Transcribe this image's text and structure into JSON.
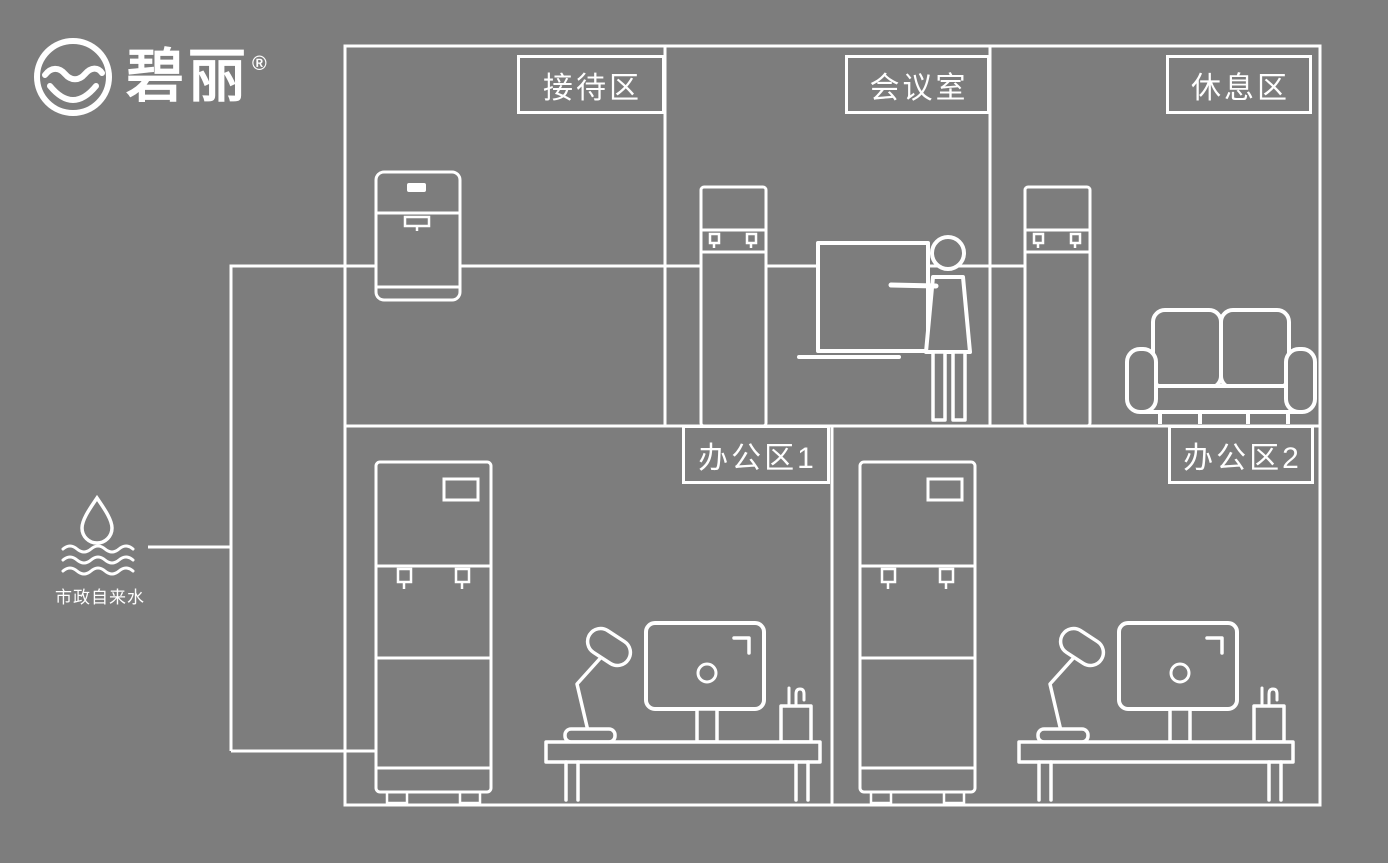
{
  "page": {
    "background_color": "#7d7d7d",
    "line_color": "#ffffff"
  },
  "brand": {
    "name": "碧丽",
    "registered_mark": "®",
    "logo_icon": "water-bowl-wave-logo-icon"
  },
  "water_source": {
    "label": "市政自来水",
    "icon": "water-drop-over-waves-icon"
  },
  "rooms": [
    {
      "id": "reception",
      "label": "接待区",
      "equipment_icon": "desktop-water-dispenser-icon"
    },
    {
      "id": "meeting-room",
      "label": "会议室",
      "equipment_icon": "floor-standing-water-dispenser-icon",
      "scene_icon": "presenter-at-whiteboard-icon"
    },
    {
      "id": "lounge",
      "label": "休息区",
      "equipment_icon": "floor-standing-water-dispenser-icon",
      "scene_icon": "sofa-icon"
    },
    {
      "id": "office-1",
      "label": "办公区1",
      "equipment_icon": "commercial-water-dispenser-icon",
      "scene_icon": "desk-monitor-lamp-icon"
    },
    {
      "id": "office-2",
      "label": "办公区2",
      "equipment_icon": "commercial-water-dispenser-icon",
      "scene_icon": "desk-monitor-lamp-icon"
    }
  ]
}
